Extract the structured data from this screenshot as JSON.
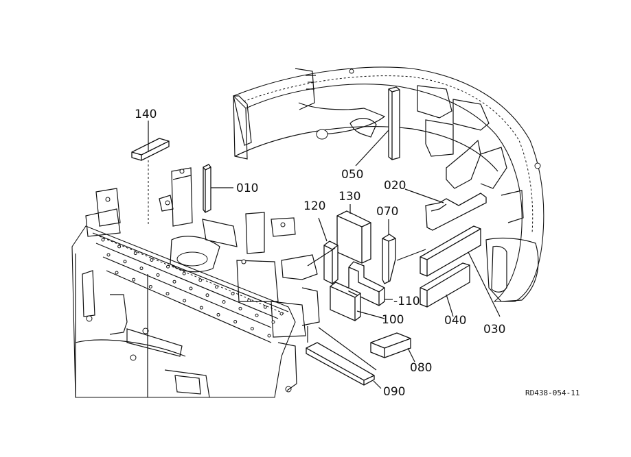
{
  "diagram": {
    "reference_code": "RD438-054-11",
    "callouts": [
      {
        "id": "140",
        "label": "140"
      },
      {
        "id": "010",
        "label": "010"
      },
      {
        "id": "050",
        "label": "050"
      },
      {
        "id": "020",
        "label": "020"
      },
      {
        "id": "070",
        "label": "070"
      },
      {
        "id": "130",
        "label": "130"
      },
      {
        "id": "120",
        "label": "120"
      },
      {
        "id": "110",
        "label": "110"
      },
      {
        "id": "100",
        "label": "100"
      },
      {
        "id": "040",
        "label": "040"
      },
      {
        "id": "030",
        "label": "030"
      },
      {
        "id": "080",
        "label": "080"
      },
      {
        "id": "090",
        "label": "090"
      }
    ]
  }
}
